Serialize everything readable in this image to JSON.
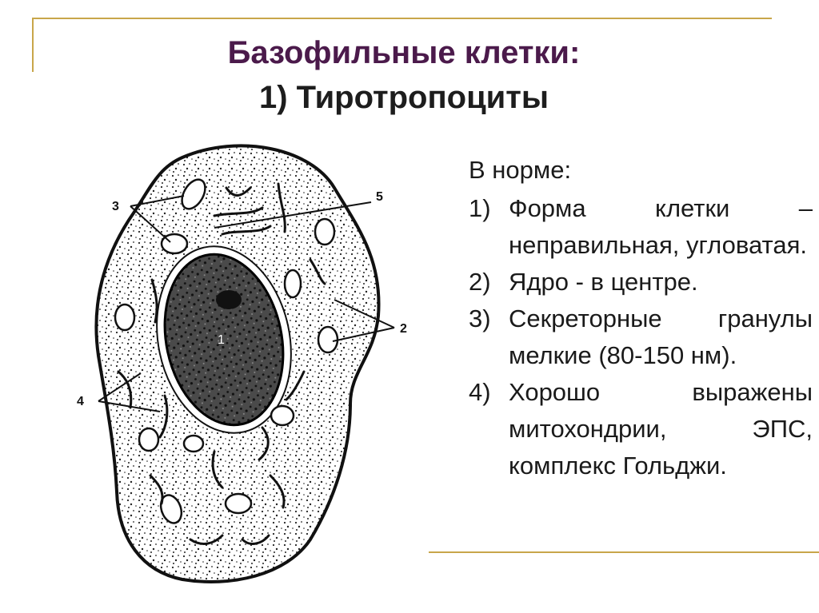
{
  "title": {
    "line1": "Базофильные клетки:",
    "line2": "1) Тиротропоциты"
  },
  "figure_labels": [
    "1",
    "2",
    "3",
    "4",
    "5"
  ],
  "text": {
    "heading": "В норме:",
    "items": [
      {
        "num": "1)",
        "text": "Форма клетки – неправильная, угловатая."
      },
      {
        "num": "2)",
        "text": "Ядро - в центре."
      },
      {
        "num": "3)",
        "text": "Секреторные гранулы мелкие (80-150 нм)."
      },
      {
        "num": "4)",
        "text": "Хорошо выражены митохондрии, ЭПС, комплекс Гольджи."
      }
    ]
  },
  "colors": {
    "title": "#4b1a4b",
    "rule": "#c8a64a",
    "text": "#1a1a1a"
  }
}
